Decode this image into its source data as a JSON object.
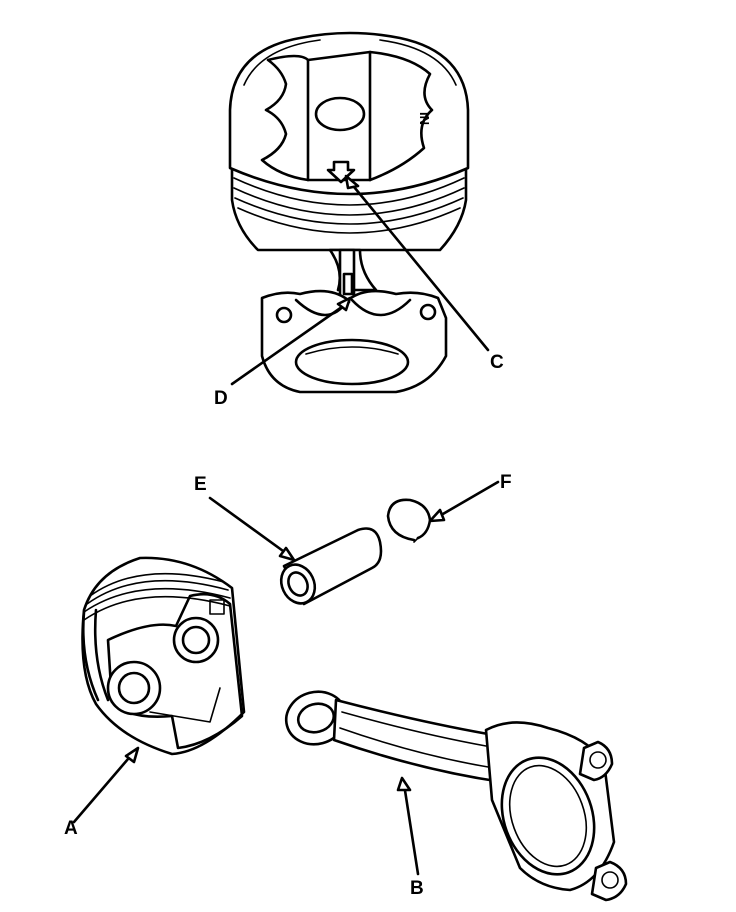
{
  "callouts": {
    "a": "A",
    "b": "B",
    "c": "C",
    "d": "D",
    "e": "E",
    "f": "F"
  },
  "piston_marking": "IN"
}
